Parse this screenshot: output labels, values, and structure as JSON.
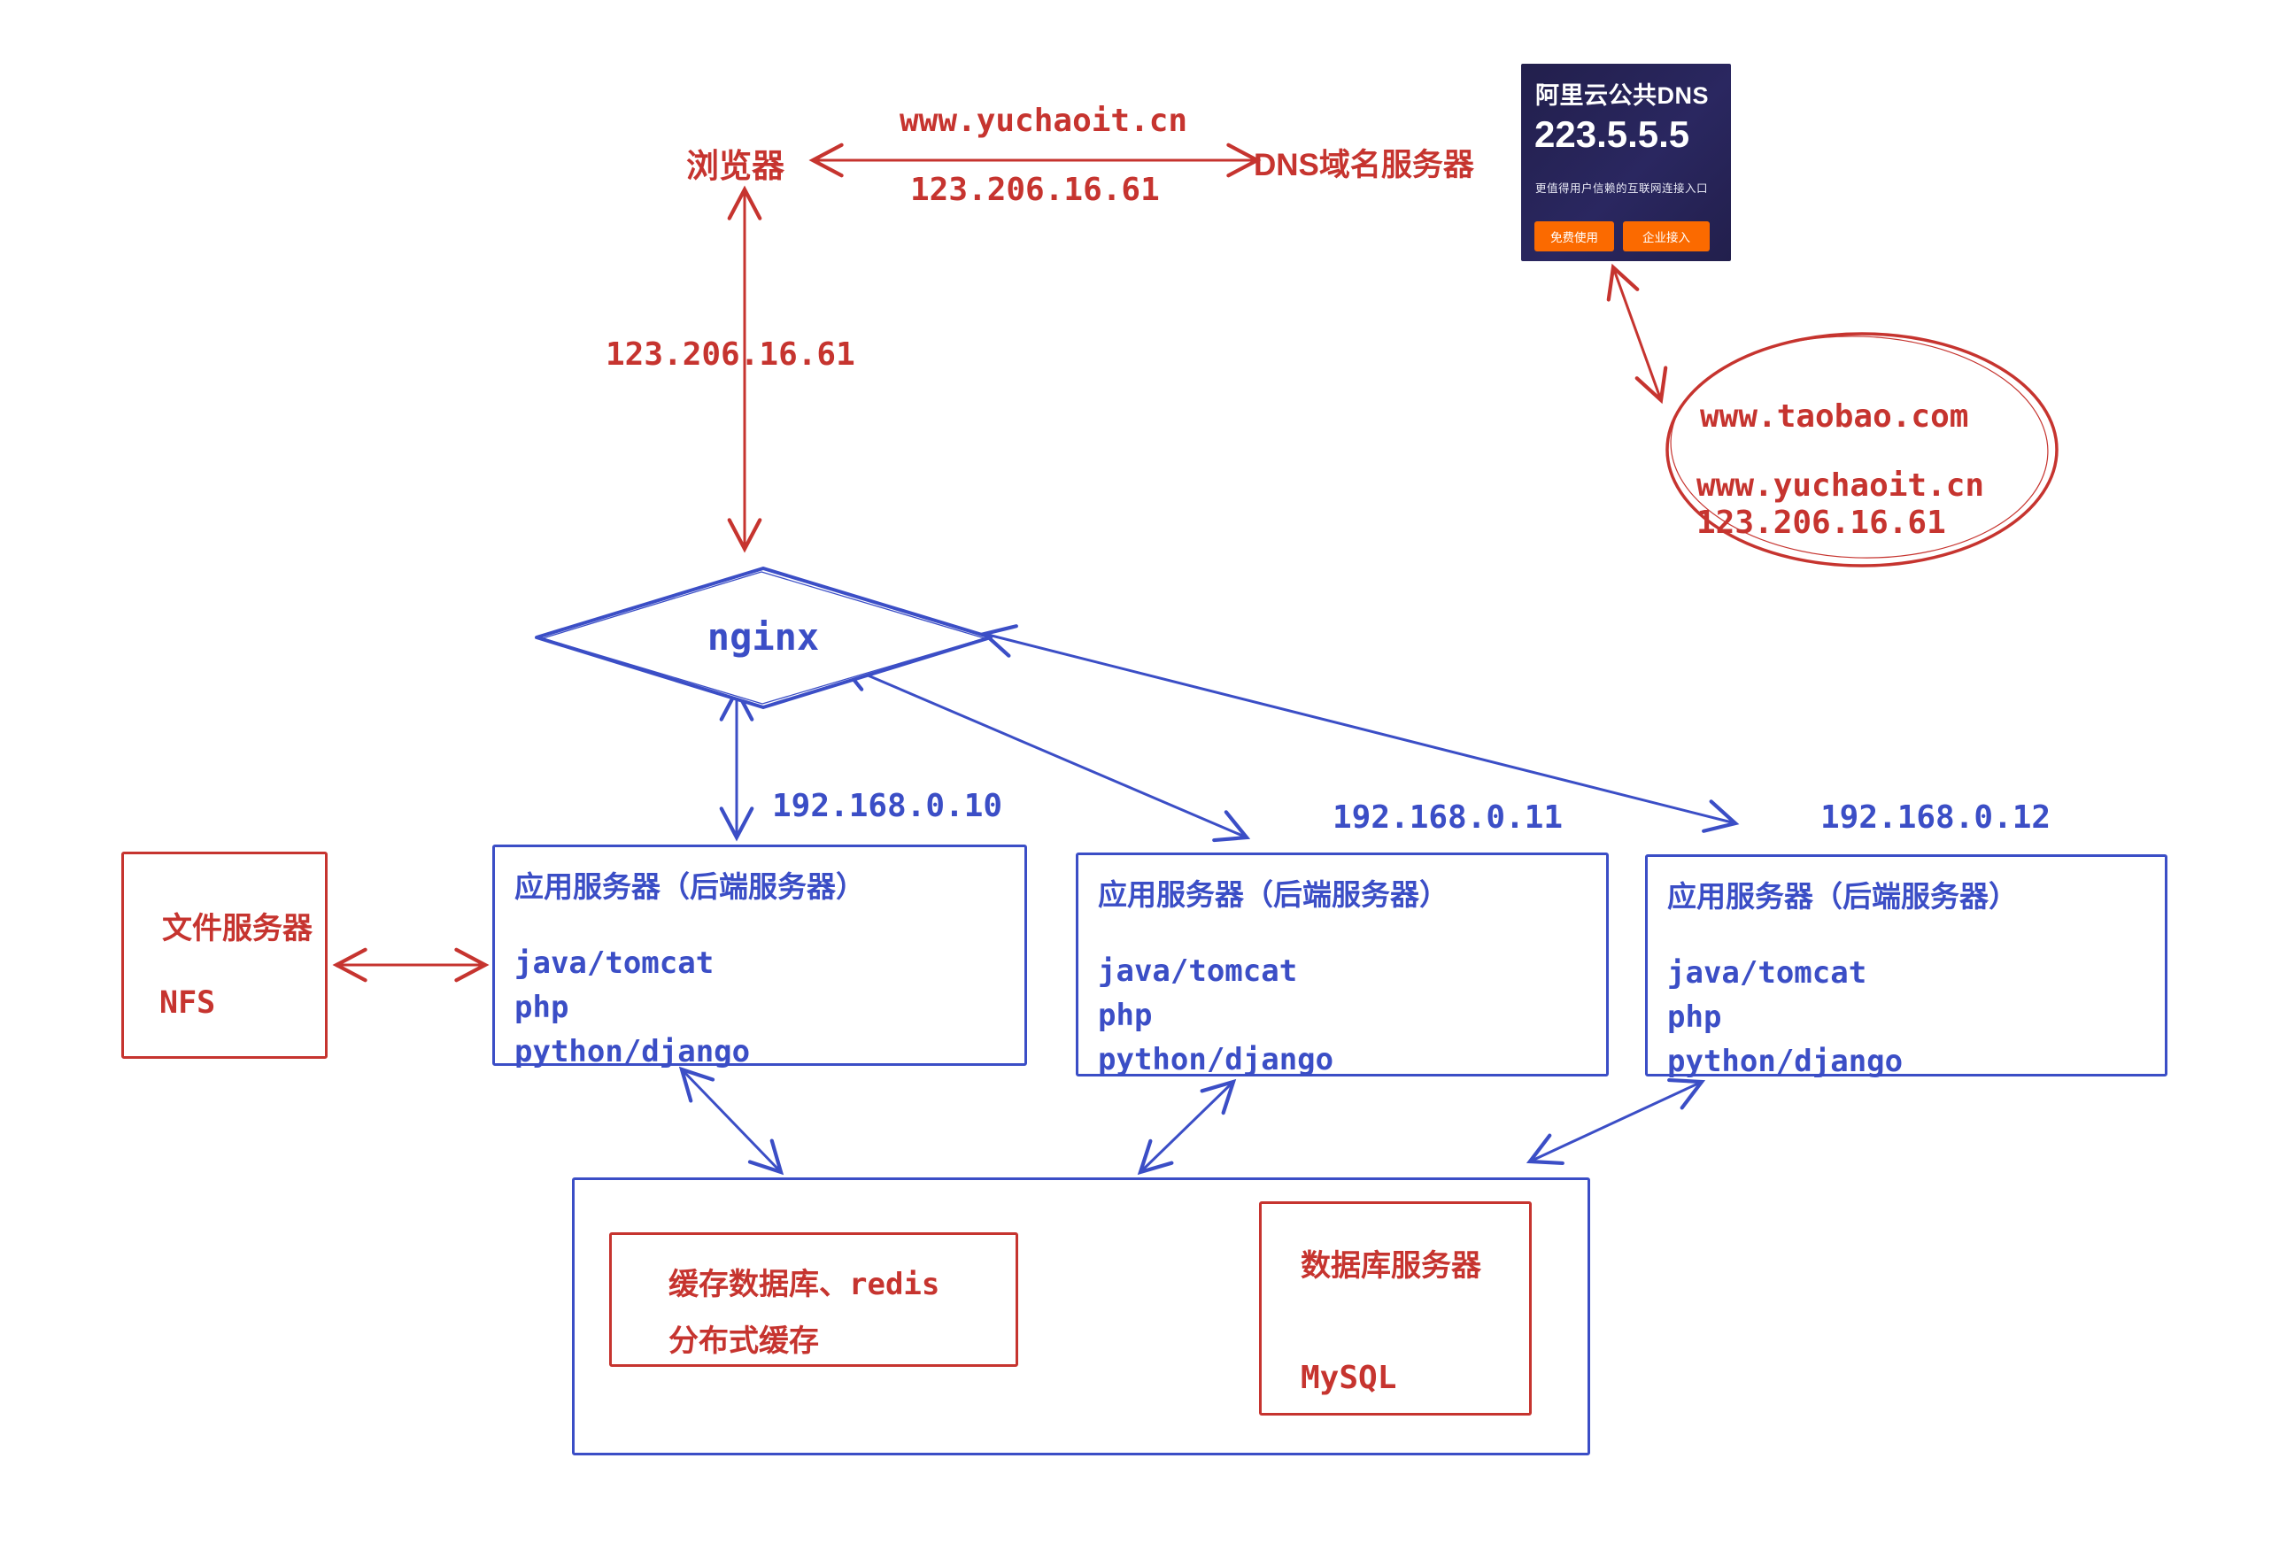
{
  "colors": {
    "red": "#c6342f",
    "blue": "#3b4ec6",
    "card_background": "#241f4e",
    "button_orange": "#fb6a00"
  },
  "top": {
    "browser_label": "浏览器",
    "request_domain": "www.yuchaoit.cn",
    "response_ip": "123.206.16.61",
    "dns_label": "DNS域名服务器"
  },
  "browser_nginx_ip": "123.206.16.61",
  "dns_card": {
    "title": "阿里云公共DNS",
    "ip": "223.5.5.5",
    "subtitle": "更值得用户信赖的互联网连接入口",
    "free_button": "免费使用",
    "enterprise_button": "企业接入"
  },
  "resolve_note": {
    "line1": "www.taobao.com",
    "line2": "www.yuchaoit.cn",
    "line3": "123.206.16.61"
  },
  "nginx": {
    "label": "nginx"
  },
  "app_servers": [
    {
      "ip": "192.168.0.10",
      "title": "应用服务器（后端服务器）",
      "stack": [
        "java/tomcat",
        "php",
        "python/django"
      ]
    },
    {
      "ip": "192.168.0.11",
      "title": "应用服务器（后端服务器）",
      "stack": [
        "java/tomcat",
        "php",
        "python/django"
      ]
    },
    {
      "ip": "192.168.0.12",
      "title": "应用服务器（后端服务器）",
      "stack": [
        "java/tomcat",
        "php",
        "python/django"
      ]
    }
  ],
  "file_server": {
    "title": "文件服务器",
    "protocol": "NFS"
  },
  "data_tier": {
    "cache_line1": "缓存数据库、redis",
    "cache_line2": "分布式缓存",
    "db_title": "数据库服务器",
    "db_engine": "MySQL"
  }
}
